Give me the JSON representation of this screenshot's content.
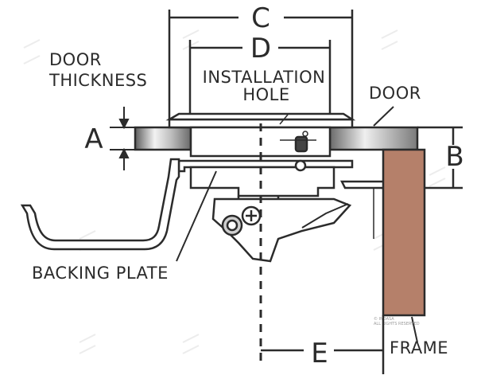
{
  "diagram": {
    "labels": {
      "dim_c": "C",
      "dim_d": "D",
      "dim_a": "A",
      "dim_b": "B",
      "dim_e": "E",
      "door_thickness_line1": "DOOR",
      "door_thickness_line2": "THICKNESS",
      "installation_line1": "INSTALLATION",
      "installation_line2": "HOLE",
      "door": "DOOR",
      "backing_plate": "BACKING PLATE",
      "frame": "FRAME"
    },
    "watermark": {
      "brand_line1": "© INDASA",
      "brand_line2": "ALL RIGHTS RESERVED"
    },
    "colors": {
      "line": "#2b2b2b",
      "frame_fill": "#b5806a",
      "door_metal_dark": "#6e6e6e",
      "door_metal_light": "#e6e6e6",
      "background": "#ffffff"
    }
  }
}
